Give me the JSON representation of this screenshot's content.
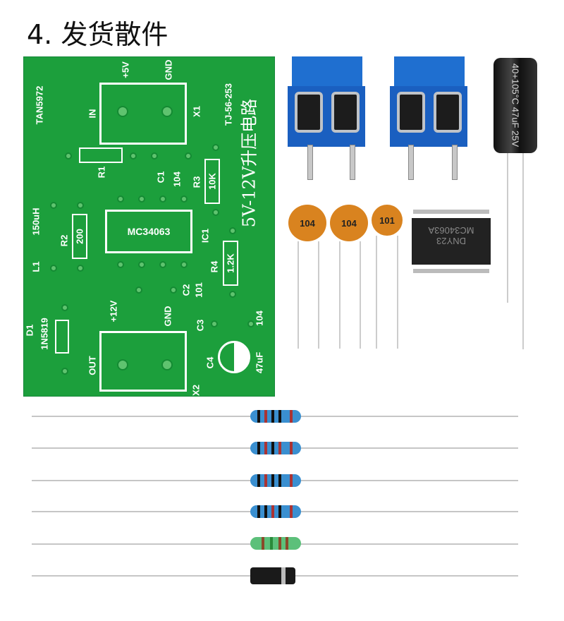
{
  "title": "4. 发货散件",
  "pcb": {
    "id": "TAN5972",
    "part_no": "TJ-56-253",
    "name": "5V-12V升压电路",
    "x1": {
      "plus": "+5V",
      "gnd": "GND",
      "in": "IN",
      "ref": "X1"
    },
    "x2": {
      "plus": "+12V",
      "gnd": "GND",
      "out": "OUT",
      "ref": "X2"
    },
    "r1": "R1",
    "c1": "C1",
    "c1_val": "104",
    "r3": "R3",
    "r3_val": "10K",
    "l1": "L1",
    "l1_val": "150uH",
    "r2": "R2",
    "r2_val": "200",
    "ic": "MC34063",
    "ic_ref": "IC1",
    "r4": "R4",
    "r4_val": "1.2K",
    "c2": "C2",
    "c2_val": "101",
    "c3": "C3",
    "c3_val": "104",
    "d1": "D1",
    "d1_val": "1N5819",
    "c4": "C4",
    "c4_val": "47uF"
  },
  "parts": {
    "cap1": "104",
    "cap2": "104",
    "cap3": "101",
    "ic_line1": "DNY23",
    "ic_line2": "MC34063A",
    "electrolytic": "40+105°C 47uF 25V"
  },
  "colors": {
    "pcb": "#1c9f3c",
    "terminal": "#1f6fd0",
    "ceramic": "#d9831f"
  }
}
